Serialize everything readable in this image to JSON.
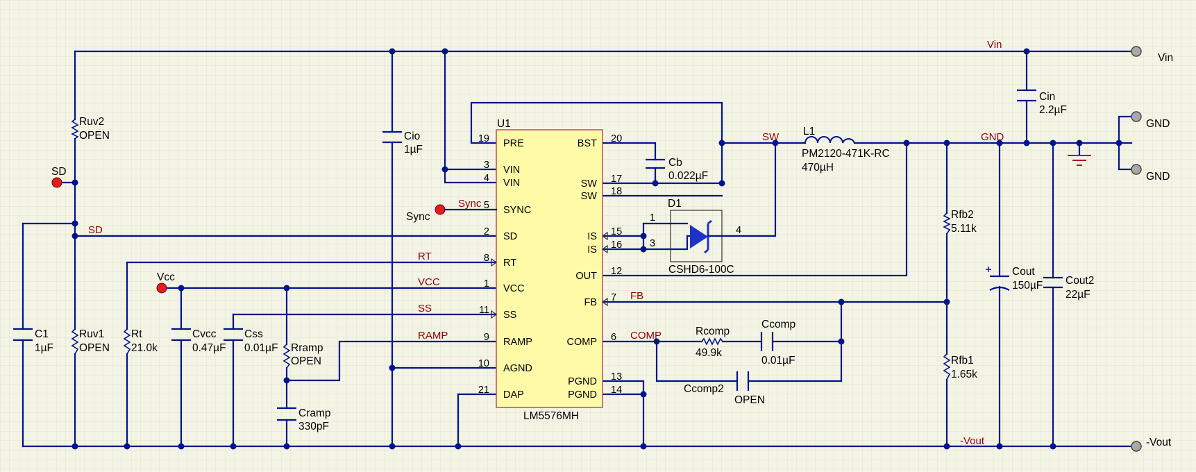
{
  "colors": {
    "background": "#f4f4e6",
    "grid": "#e2e2cc",
    "wire": "#00148c",
    "net_label": "#8c0000",
    "ic_fill": "#fffaa8",
    "ic_border": "#b4505a",
    "probe_red": "#e01e1e",
    "terminal_grey": "#a8a8a8"
  },
  "ic": {
    "ref": "U1",
    "part": "LM5576MH",
    "left_pins": [
      {
        "name": "PRE",
        "num": "19"
      },
      {
        "name": "VIN",
        "num": "3"
      },
      {
        "name": "VIN",
        "num": "4"
      },
      {
        "name": "SYNC",
        "num": "5"
      },
      {
        "name": "SD",
        "num": "2"
      },
      {
        "name": "RT",
        "num": "8"
      },
      {
        "name": "VCC",
        "num": "1"
      },
      {
        "name": "SS",
        "num": "11"
      },
      {
        "name": "RAMP",
        "num": "9"
      },
      {
        "name": "AGND",
        "num": "10"
      },
      {
        "name": "DAP",
        "num": "21"
      }
    ],
    "right_pins": [
      {
        "name": "BST",
        "num": "20"
      },
      {
        "name": "SW",
        "num": "17"
      },
      {
        "name": "SW",
        "num": "18"
      },
      {
        "name": "IS",
        "num": "15"
      },
      {
        "name": "IS",
        "num": "16"
      },
      {
        "name": "OUT",
        "num": "12"
      },
      {
        "name": "FB",
        "num": "7"
      },
      {
        "name": "COMP",
        "num": "6"
      },
      {
        "name": "PGND",
        "num": "13"
      },
      {
        "name": "PGND",
        "num": "14"
      }
    ]
  },
  "diode": {
    "ref": "D1",
    "part": "CSHD6-100C",
    "pin1": "1",
    "pin3": "3",
    "pin4": "4"
  },
  "components": {
    "ruv2": {
      "ref": "Ruv2",
      "value": "OPEN"
    },
    "ruv1": {
      "ref": "Ruv1",
      "value": "OPEN"
    },
    "c1": {
      "ref": "C1",
      "value": "1µF"
    },
    "rt": {
      "ref": "Rt",
      "value": "21.0k"
    },
    "cvcc": {
      "ref": "Cvcc",
      "value": "0.47µF"
    },
    "css": {
      "ref": "Css",
      "value": "0.01µF"
    },
    "rramp": {
      "ref": "Rramp",
      "value": "OPEN"
    },
    "cramp": {
      "ref": "Cramp",
      "value": "330pF"
    },
    "cio": {
      "ref": "Cio",
      "value": "1µF"
    },
    "cb": {
      "ref": "Cb",
      "value": "0.022µF"
    },
    "l1": {
      "ref": "L1",
      "part": "PM2120-471K-RC",
      "value": "470µH"
    },
    "cin": {
      "ref": "Cin",
      "value": "2.2µF"
    },
    "rfb2": {
      "ref": "Rfb2",
      "value": "5.11k"
    },
    "rfb1": {
      "ref": "Rfb1",
      "value": "1.65k"
    },
    "cout": {
      "ref": "Cout",
      "value": "150µF"
    },
    "cout2": {
      "ref": "Cout2",
      "value": "22µF"
    },
    "rcomp": {
      "ref": "Rcomp",
      "value": "49.9k"
    },
    "ccomp": {
      "ref": "Ccomp",
      "value": "0.01µF"
    },
    "ccomp2": {
      "ref": "Ccomp2",
      "value": "OPEN"
    }
  },
  "nets": {
    "vin": "Vin",
    "sw": "SW",
    "gnd": "GND",
    "sd": "SD",
    "rt": "RT",
    "vcc": "VCC",
    "ss": "SS",
    "ramp": "RAMP",
    "sync": "Sync",
    "fb": "FB",
    "comp": "COMP",
    "vout": "-Vout"
  },
  "probes": {
    "sd": "SD",
    "sync": "Sync",
    "vcc": "Vcc"
  },
  "terminals": {
    "vin": "Vin",
    "gnd1": "GND",
    "gnd2": "GND",
    "vout": "-Vout"
  }
}
